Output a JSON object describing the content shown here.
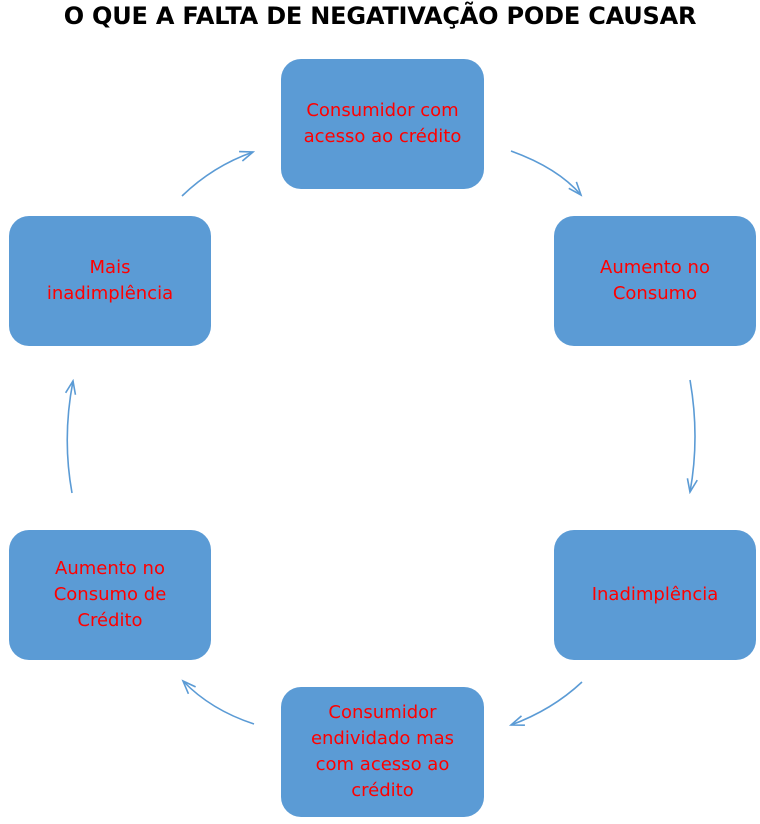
{
  "title": "O QUE A FALTA DE NEGATIVAÇÃO PODE CAUSAR",
  "colors": {
    "box_fill": "#5b9bd5",
    "box_text": "#ff0000",
    "arrow": "#5b9bd5"
  },
  "nodes": [
    {
      "label": "Consumidor com\nacesso ao crédito"
    },
    {
      "label": "Aumento no\nConsumo"
    },
    {
      "label": "Inadimplência"
    },
    {
      "label": "Consumidor\nendividado mas\ncom acesso ao\ncrédito"
    },
    {
      "label": "Aumento no\nConsumo de\nCrédito"
    },
    {
      "label": "Mais\ninadimplência"
    }
  ]
}
